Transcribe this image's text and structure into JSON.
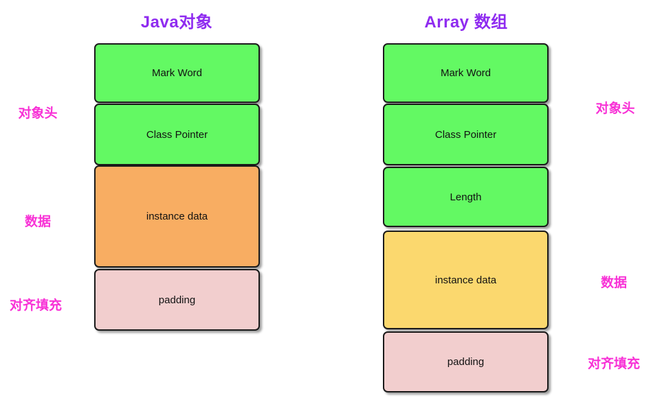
{
  "diagram": {
    "left": {
      "title": "Java对象",
      "boxes": [
        {
          "label": "Mark Word"
        },
        {
          "label": "Class Pointer"
        },
        {
          "label": "instance data"
        },
        {
          "label": "padding"
        }
      ],
      "annotations": [
        {
          "label": "对象头"
        },
        {
          "label": "数据"
        },
        {
          "label": "对齐填充"
        }
      ]
    },
    "right": {
      "title": "Array 数组",
      "boxes": [
        {
          "label": "Mark Word"
        },
        {
          "label": "Class Pointer"
        },
        {
          "label": "Length"
        },
        {
          "label": "instance data"
        },
        {
          "label": "padding"
        }
      ],
      "annotations": [
        {
          "label": "对象头"
        },
        {
          "label": "数据"
        },
        {
          "label": "对齐填充"
        }
      ]
    },
    "colors": {
      "header_green": "#63f963",
      "java_instance_orange": "#f8ad62",
      "array_instance_yellow": "#fbd86e",
      "padding_pink": "#f2cece",
      "title_purple": "#8f2bf0",
      "annotation_magenta": "#f831d6"
    }
  }
}
